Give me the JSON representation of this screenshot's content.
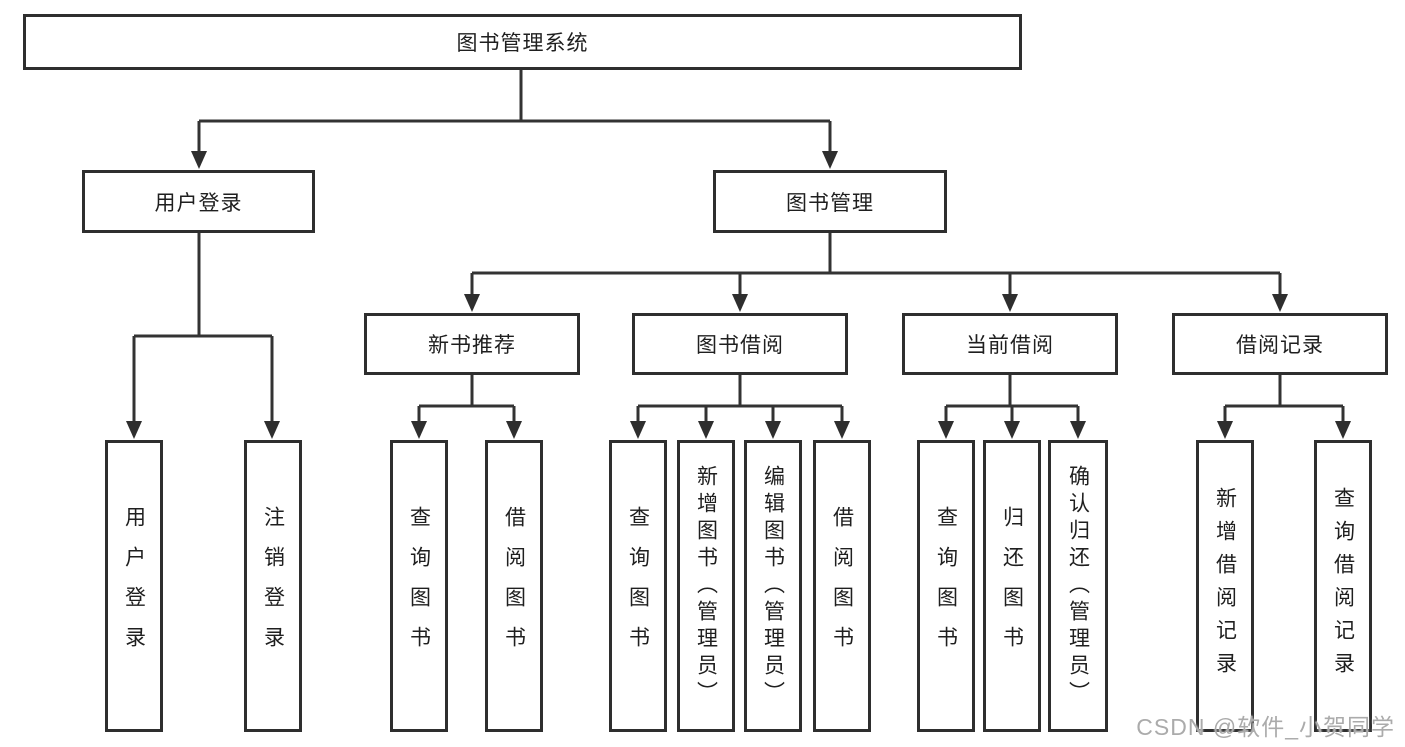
{
  "page": {
    "background": "#ffffff"
  },
  "watermark": {
    "text": "CSDN @软件_小贺同学",
    "color": "#ababab"
  },
  "diagram": {
    "type": "tree",
    "colors": {
      "box_border": "#2e2e2e",
      "box_fill": "#ffffff",
      "text": "#1f1f1f",
      "line": "#333333"
    },
    "root": {
      "id": "root",
      "label": "图书管理系统"
    },
    "level2": [
      {
        "id": "user-login",
        "label": "用户登录",
        "parent": "root"
      },
      {
        "id": "book-management",
        "label": "图书管理",
        "parent": "root"
      }
    ],
    "level3": [
      {
        "id": "new-book-recommend",
        "label": "新书推荐",
        "parent": "book-management"
      },
      {
        "id": "book-borrow",
        "label": "图书借阅",
        "parent": "book-management"
      },
      {
        "id": "current-borrow",
        "label": "当前借阅",
        "parent": "book-management"
      },
      {
        "id": "borrow-records",
        "label": "借阅记录",
        "parent": "book-management"
      }
    ],
    "leaves": [
      {
        "label": "用户登录",
        "parent": "user-login"
      },
      {
        "label": "注销登录",
        "parent": "user-login"
      },
      {
        "label": "查询图书",
        "parent": "new-book-recommend"
      },
      {
        "label": "借阅图书",
        "parent": "new-book-recommend"
      },
      {
        "label": "查询图书",
        "parent": "book-borrow"
      },
      {
        "label": "新增图书（管理员）",
        "parent": "book-borrow"
      },
      {
        "label": "编辑图书（管理员）",
        "parent": "book-borrow"
      },
      {
        "label": "借阅图书",
        "parent": "book-borrow"
      },
      {
        "label": "查询图书",
        "parent": "current-borrow"
      },
      {
        "label": "归还图书",
        "parent": "current-borrow"
      },
      {
        "label": "确认归还（管理员）",
        "parent": "current-borrow"
      },
      {
        "label": "新增借阅记录",
        "parent": "borrow-records"
      },
      {
        "label": "查询借阅记录",
        "parent": "borrow-records"
      }
    ]
  }
}
